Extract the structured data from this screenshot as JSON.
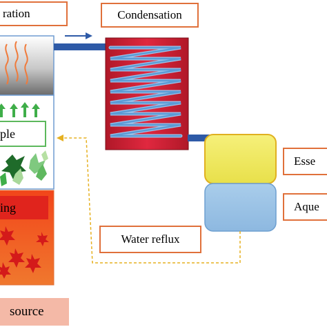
{
  "labels": {
    "evaporation": "ration",
    "condensation": "Condensation",
    "sample": "ple",
    "heating": "ing",
    "water_reflux": "Water reflux",
    "essential": "Esse",
    "aqueous": "Aque",
    "heat_source": "source"
  },
  "colors": {
    "label_border": "#e0703a",
    "condenser": "#d02238",
    "coil": "#5b9bd5",
    "pipe": "#2e5aa7",
    "oil": "#f3ee6a",
    "aqueous": "#9fc5e8",
    "heating": "#f04a1f",
    "reflux_line": "#e6b020",
    "steam": "#f07a3a",
    "sample_box": "#5cb85c",
    "plant": "#3fae49",
    "star": "#d41a1a"
  },
  "icons": [
    "steam-wave-icon",
    "up-arrow-icon",
    "leaf-icon",
    "star-icon",
    "flow-arrow-icon"
  ]
}
